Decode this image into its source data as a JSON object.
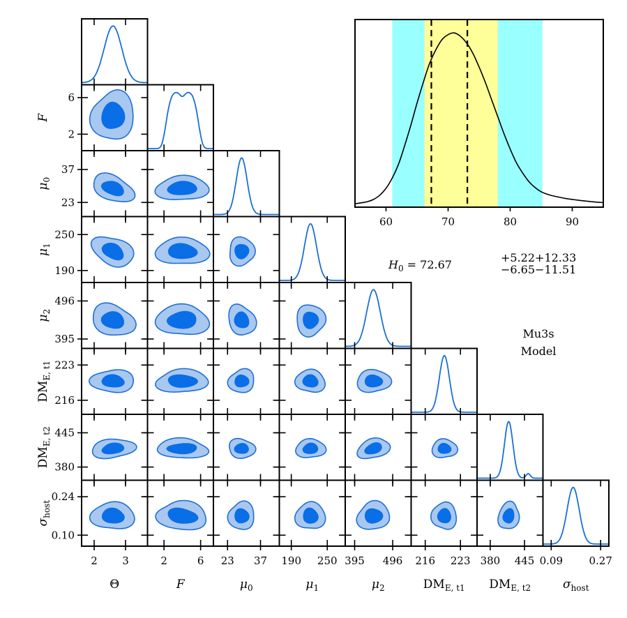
{
  "chart_data": [
    {
      "type": "corner",
      "parameters": [
        {
          "key": "Theta",
          "label": "Θ",
          "range": [
            1.6,
            3.7
          ],
          "ticks": [
            2,
            3
          ],
          "tick_labels": [
            "2",
            "3"
          ],
          "mean": 2.6,
          "sd": 0.28
        },
        {
          "key": "F",
          "label": "F",
          "range": [
            0.2,
            7.4
          ],
          "ticks": [
            2,
            6
          ],
          "tick_labels": [
            "2",
            "6"
          ],
          "mean": 4.0,
          "sd": 1.2
        },
        {
          "key": "mu0",
          "label": "μ0",
          "range": [
            17,
            45
          ],
          "ticks": [
            23,
            37
          ],
          "tick_labels": [
            "23",
            "37"
          ],
          "mean": 29,
          "sd": 2.3
        },
        {
          "key": "mu1",
          "label": "μ1",
          "range": [
            170,
            280
          ],
          "ticks": [
            190,
            250
          ],
          "tick_labels": [
            "190",
            "250"
          ],
          "mean": 222,
          "sd": 10
        },
        {
          "key": "mu2",
          "label": "μ2",
          "range": [
            370,
            545
          ],
          "ticks": [
            395,
            496
          ],
          "tick_labels": [
            "395",
            "496"
          ],
          "mean": 445,
          "sd": 18
        },
        {
          "key": "DME_t1",
          "label": "DME, t1",
          "range": [
            213.2,
            226.3
          ],
          "ticks": [
            216,
            223
          ],
          "tick_labels": [
            "216",
            "223"
          ],
          "mean": 219.8,
          "sd": 1.0
        },
        {
          "key": "DME_t2",
          "label": "DME, t2",
          "range": [
            355,
            480
          ],
          "ticks": [
            380,
            445
          ],
          "tick_labels": [
            "380",
            "445"
          ],
          "mean": 415,
          "sd": 8
        },
        {
          "key": "sigma_host",
          "label": "σhost",
          "range": [
            0.06,
            0.3
          ],
          "ticks": [
            0.09,
            0.27
          ],
          "tick_labels": [
            "0.09",
            "0.27"
          ],
          "left_ticks": [
            0.1,
            0.24
          ],
          "left_tick_labels": [
            "0.10",
            "0.24"
          ],
          "mean": 0.17,
          "sd": 0.022
        }
      ],
      "contour_levels": [
        "68%",
        "95%"
      ],
      "colors": {
        "outer": "#a9c8f0",
        "inner": "#0a6ee6",
        "edge": "#1f6fd6",
        "line": "#1a6fd8"
      }
    },
    {
      "type": "line",
      "title": "",
      "xlabel": "",
      "ylabel": "",
      "xlim": [
        55,
        95
      ],
      "xticks": [
        60,
        70,
        80,
        90
      ],
      "x": [
        55,
        56,
        57,
        58,
        59,
        60,
        61,
        62,
        63,
        64,
        65,
        66,
        67,
        68,
        69,
        70,
        71,
        72,
        73,
        74,
        75,
        76,
        77,
        78,
        79,
        80,
        81,
        82,
        83,
        84,
        85,
        86,
        87,
        88,
        89,
        90,
        91,
        92,
        93,
        94,
        95
      ],
      "y": [
        0.0,
        0.005,
        0.012,
        0.025,
        0.05,
        0.09,
        0.15,
        0.23,
        0.34,
        0.46,
        0.59,
        0.71,
        0.82,
        0.9,
        0.96,
        0.99,
        1.0,
        0.98,
        0.94,
        0.88,
        0.8,
        0.71,
        0.61,
        0.51,
        0.41,
        0.32,
        0.24,
        0.18,
        0.13,
        0.095,
        0.07,
        0.055,
        0.045,
        0.037,
        0.03,
        0.025,
        0.02,
        0.016,
        0.012,
        0.009,
        0.006
      ],
      "bands": [
        {
          "name": "95%",
          "from": 61.0,
          "to": 85.2,
          "color": "#99ffff"
        },
        {
          "name": "68%",
          "from": 66.2,
          "to": 78.0,
          "color": "#ffff99"
        }
      ],
      "vlines": [
        67.3,
        73.1
      ],
      "annotation": "H0 = 72.67 +5.22 +12.33 −6.65 −11.51",
      "annotation_parts": {
        "name": "H",
        "sub": "0",
        "value": "= 72.67",
        "sup": "+5.22+12.33",
        "low": "−6.65−11.51"
      },
      "text": [
        "Mu3s",
        "Model"
      ]
    }
  ]
}
